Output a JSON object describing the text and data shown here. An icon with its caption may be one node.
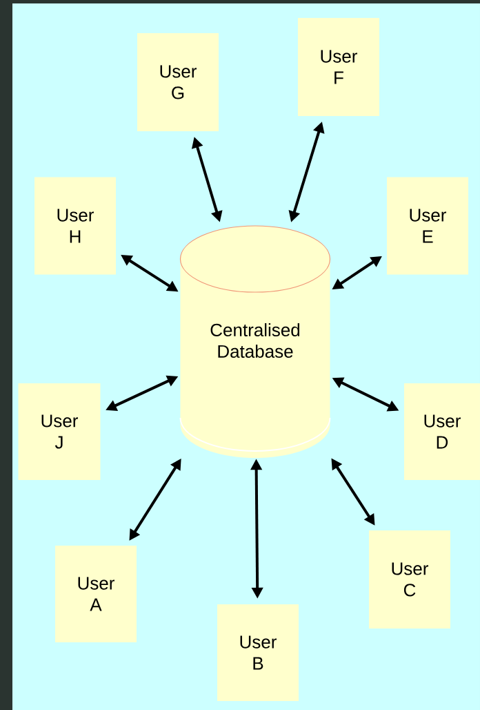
{
  "diagram": {
    "nodes": [
      {
        "text": [
          "User G"
        ]
      },
      {
        "text": [
          "User F"
        ]
      },
      {
        "text": [
          "User H"
        ]
      },
      {
        "text": [
          "User E"
        ]
      },
      {
        "text": [
          "Centralised Database"
        ]
      },
      {
        "text": [
          "User J"
        ]
      },
      {
        "text": [
          "User D"
        ]
      },
      {
        "text": [
          "User A"
        ]
      },
      {
        "text": [
          "User C"
        ]
      },
      {
        "text": [
          "User B"
        ]
      }
    ],
    "edges": [
      {
        "from": 4,
        "to": 0,
        "arrow": "both"
      },
      {
        "from": 4,
        "to": 1,
        "arrow": "both"
      },
      {
        "from": 4,
        "to": 2,
        "arrow": "both"
      },
      {
        "from": 4,
        "to": 3,
        "arrow": "both"
      },
      {
        "from": 4,
        "to": 5,
        "arrow": "both"
      },
      {
        "from": 4,
        "to": 6,
        "arrow": "both"
      },
      {
        "from": 4,
        "to": 7,
        "arrow": "both"
      },
      {
        "from": 4,
        "to": 8,
        "arrow": "both"
      },
      {
        "from": 4,
        "to": 9,
        "arrow": "both"
      }
    ]
  }
}
